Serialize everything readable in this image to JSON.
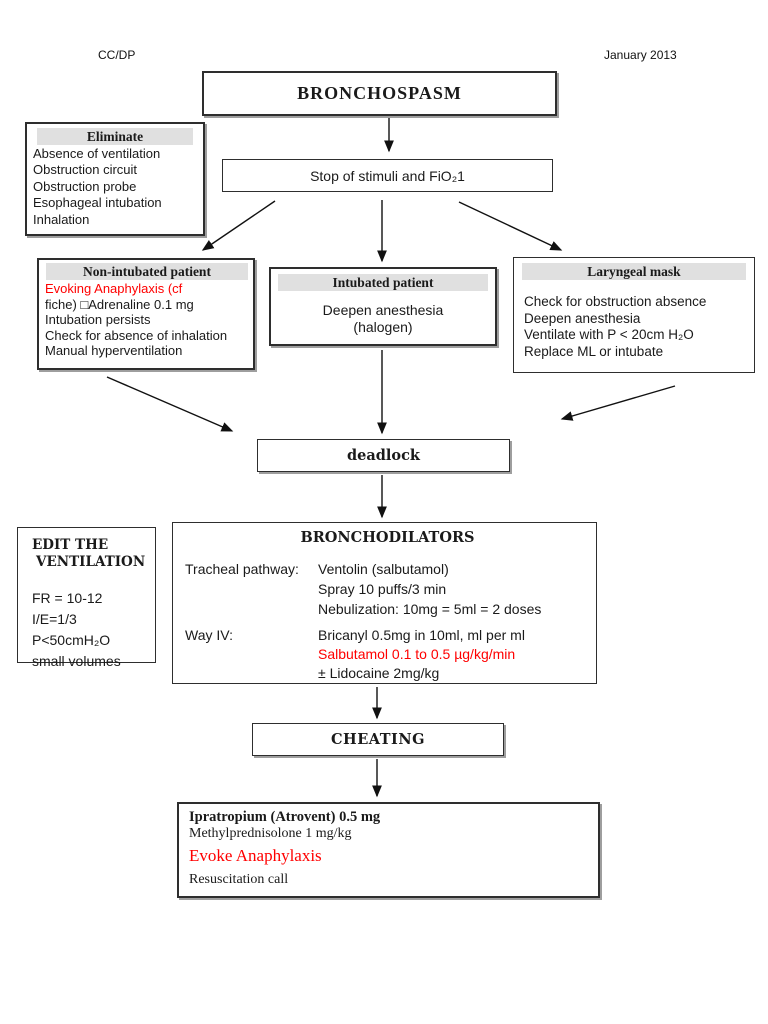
{
  "page": {
    "header_left": "CC/DP",
    "header_right": "January 2013"
  },
  "colors": {
    "alert_red": "#ff0000",
    "header_bar_bg": "#e0e0e0",
    "box_border": "#2e2e2e"
  },
  "bronchospasm": {
    "title": "BRONCHOSPASM"
  },
  "eliminate": {
    "title": "Eliminate",
    "items": [
      "Absence of ventilation",
      "Obstruction circuit",
      "Obstruction probe",
      "Esophageal intubation",
      "Inhalation"
    ]
  },
  "stop": {
    "label": "Stop of stimuli and FiO₂1"
  },
  "non_intubated": {
    "title": "Non-intubated patient",
    "line_red": "Evoking Anaphylaxis (cf",
    "line2": "fiche) □Adrenaline 0.1 mg",
    "line3": "Intubation persists",
    "line4": "Check for absence of inhalation",
    "line5": "Manual hyperventilation"
  },
  "intubated": {
    "title": "Intubated patient",
    "line1": "Deepen anesthesia",
    "line2": "(halogen)"
  },
  "laryngeal": {
    "title": "Laryngeal mask",
    "items": [
      "Check for obstruction absence",
      "Deepen anesthesia",
      "Ventilate with P < 20cm H₂O",
      "Replace ML or intubate"
    ]
  },
  "deadlock": {
    "title": "deadlock"
  },
  "bronchodilators": {
    "title": "BRONCHODILATORS",
    "row1": {
      "label": "Tracheal pathway:",
      "lines": [
        "Ventolin (salbutamol)",
        "Spray 10 puffs/3 min",
        "Nebulization: 10mg = 5ml = 2 doses"
      ]
    },
    "row2": {
      "label": "Way IV:",
      "line1": "Bricanyl 0.5mg in 10ml, ml per ml",
      "line_red": "Salbutamol 0.1 to 0.5 µg/kg/min",
      "line3": "± Lidocaine 2mg/kg"
    }
  },
  "edit_ventilation": {
    "title1": "EDIT THE",
    "title2": "VENTILATION",
    "items": [
      "FR = 10-12",
      "I/E=1/3",
      "P<50cmH₂O",
      "small volumes"
    ]
  },
  "cheating": {
    "title": "CHEATING"
  },
  "final": {
    "line1": "Ipratropium (Atrovent) 0.5 mg",
    "line2": "Methylprednisolone 1 mg/kg",
    "line_red": "Evoke Anaphylaxis",
    "line4": "Resuscitation call"
  }
}
